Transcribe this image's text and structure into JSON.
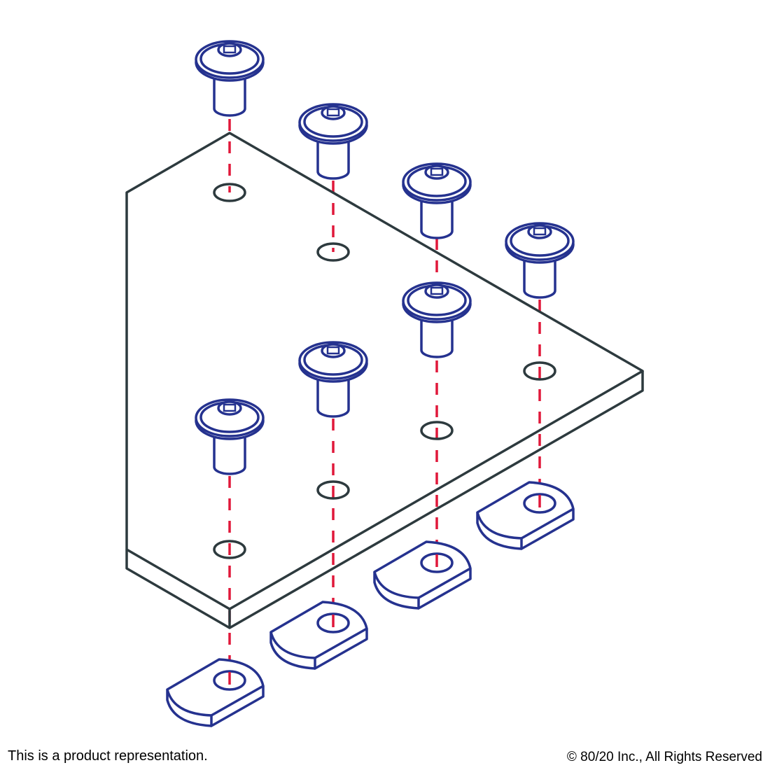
{
  "footer": {
    "disclaimer": "This is a product representation.",
    "copyright": "© 80/20 Inc., All Rights Reserved"
  },
  "colors": {
    "plate": "#2d3a3e",
    "hardware": "#25328f",
    "guide": "#e0183a"
  },
  "parts": {
    "plate": "gusset-plate",
    "screw_count": 7,
    "tnut_count": 4
  }
}
